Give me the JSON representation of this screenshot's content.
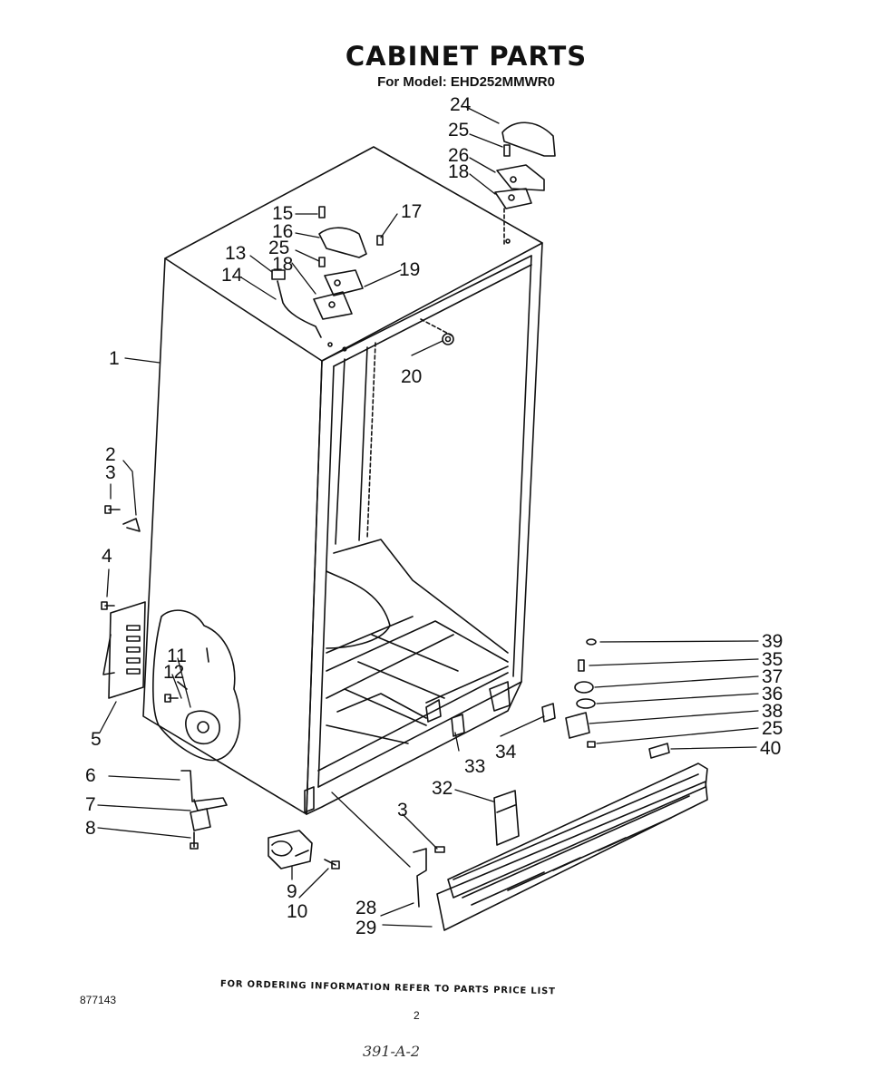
{
  "header": {
    "title": "CABINET PARTS",
    "subtitle": "For Model: EHD252MMWR0"
  },
  "callouts": [
    "1",
    "2",
    "3",
    "4",
    "5",
    "6",
    "7",
    "8",
    "3",
    "9",
    "10",
    "11",
    "12",
    "13",
    "14",
    "15",
    "16",
    "25",
    "18",
    "17",
    "19",
    "20",
    "24",
    "25",
    "26",
    "18",
    "28",
    "29",
    "32",
    "33",
    "34",
    "39",
    "35",
    "37",
    "36",
    "38",
    "25",
    "40"
  ],
  "footer": {
    "ordering_note": "FOR ORDERING INFORMATION REFER TO PARTS PRICE LIST",
    "part_number": "877143",
    "page_number": "2",
    "handwritten_note": "391-A-2"
  }
}
